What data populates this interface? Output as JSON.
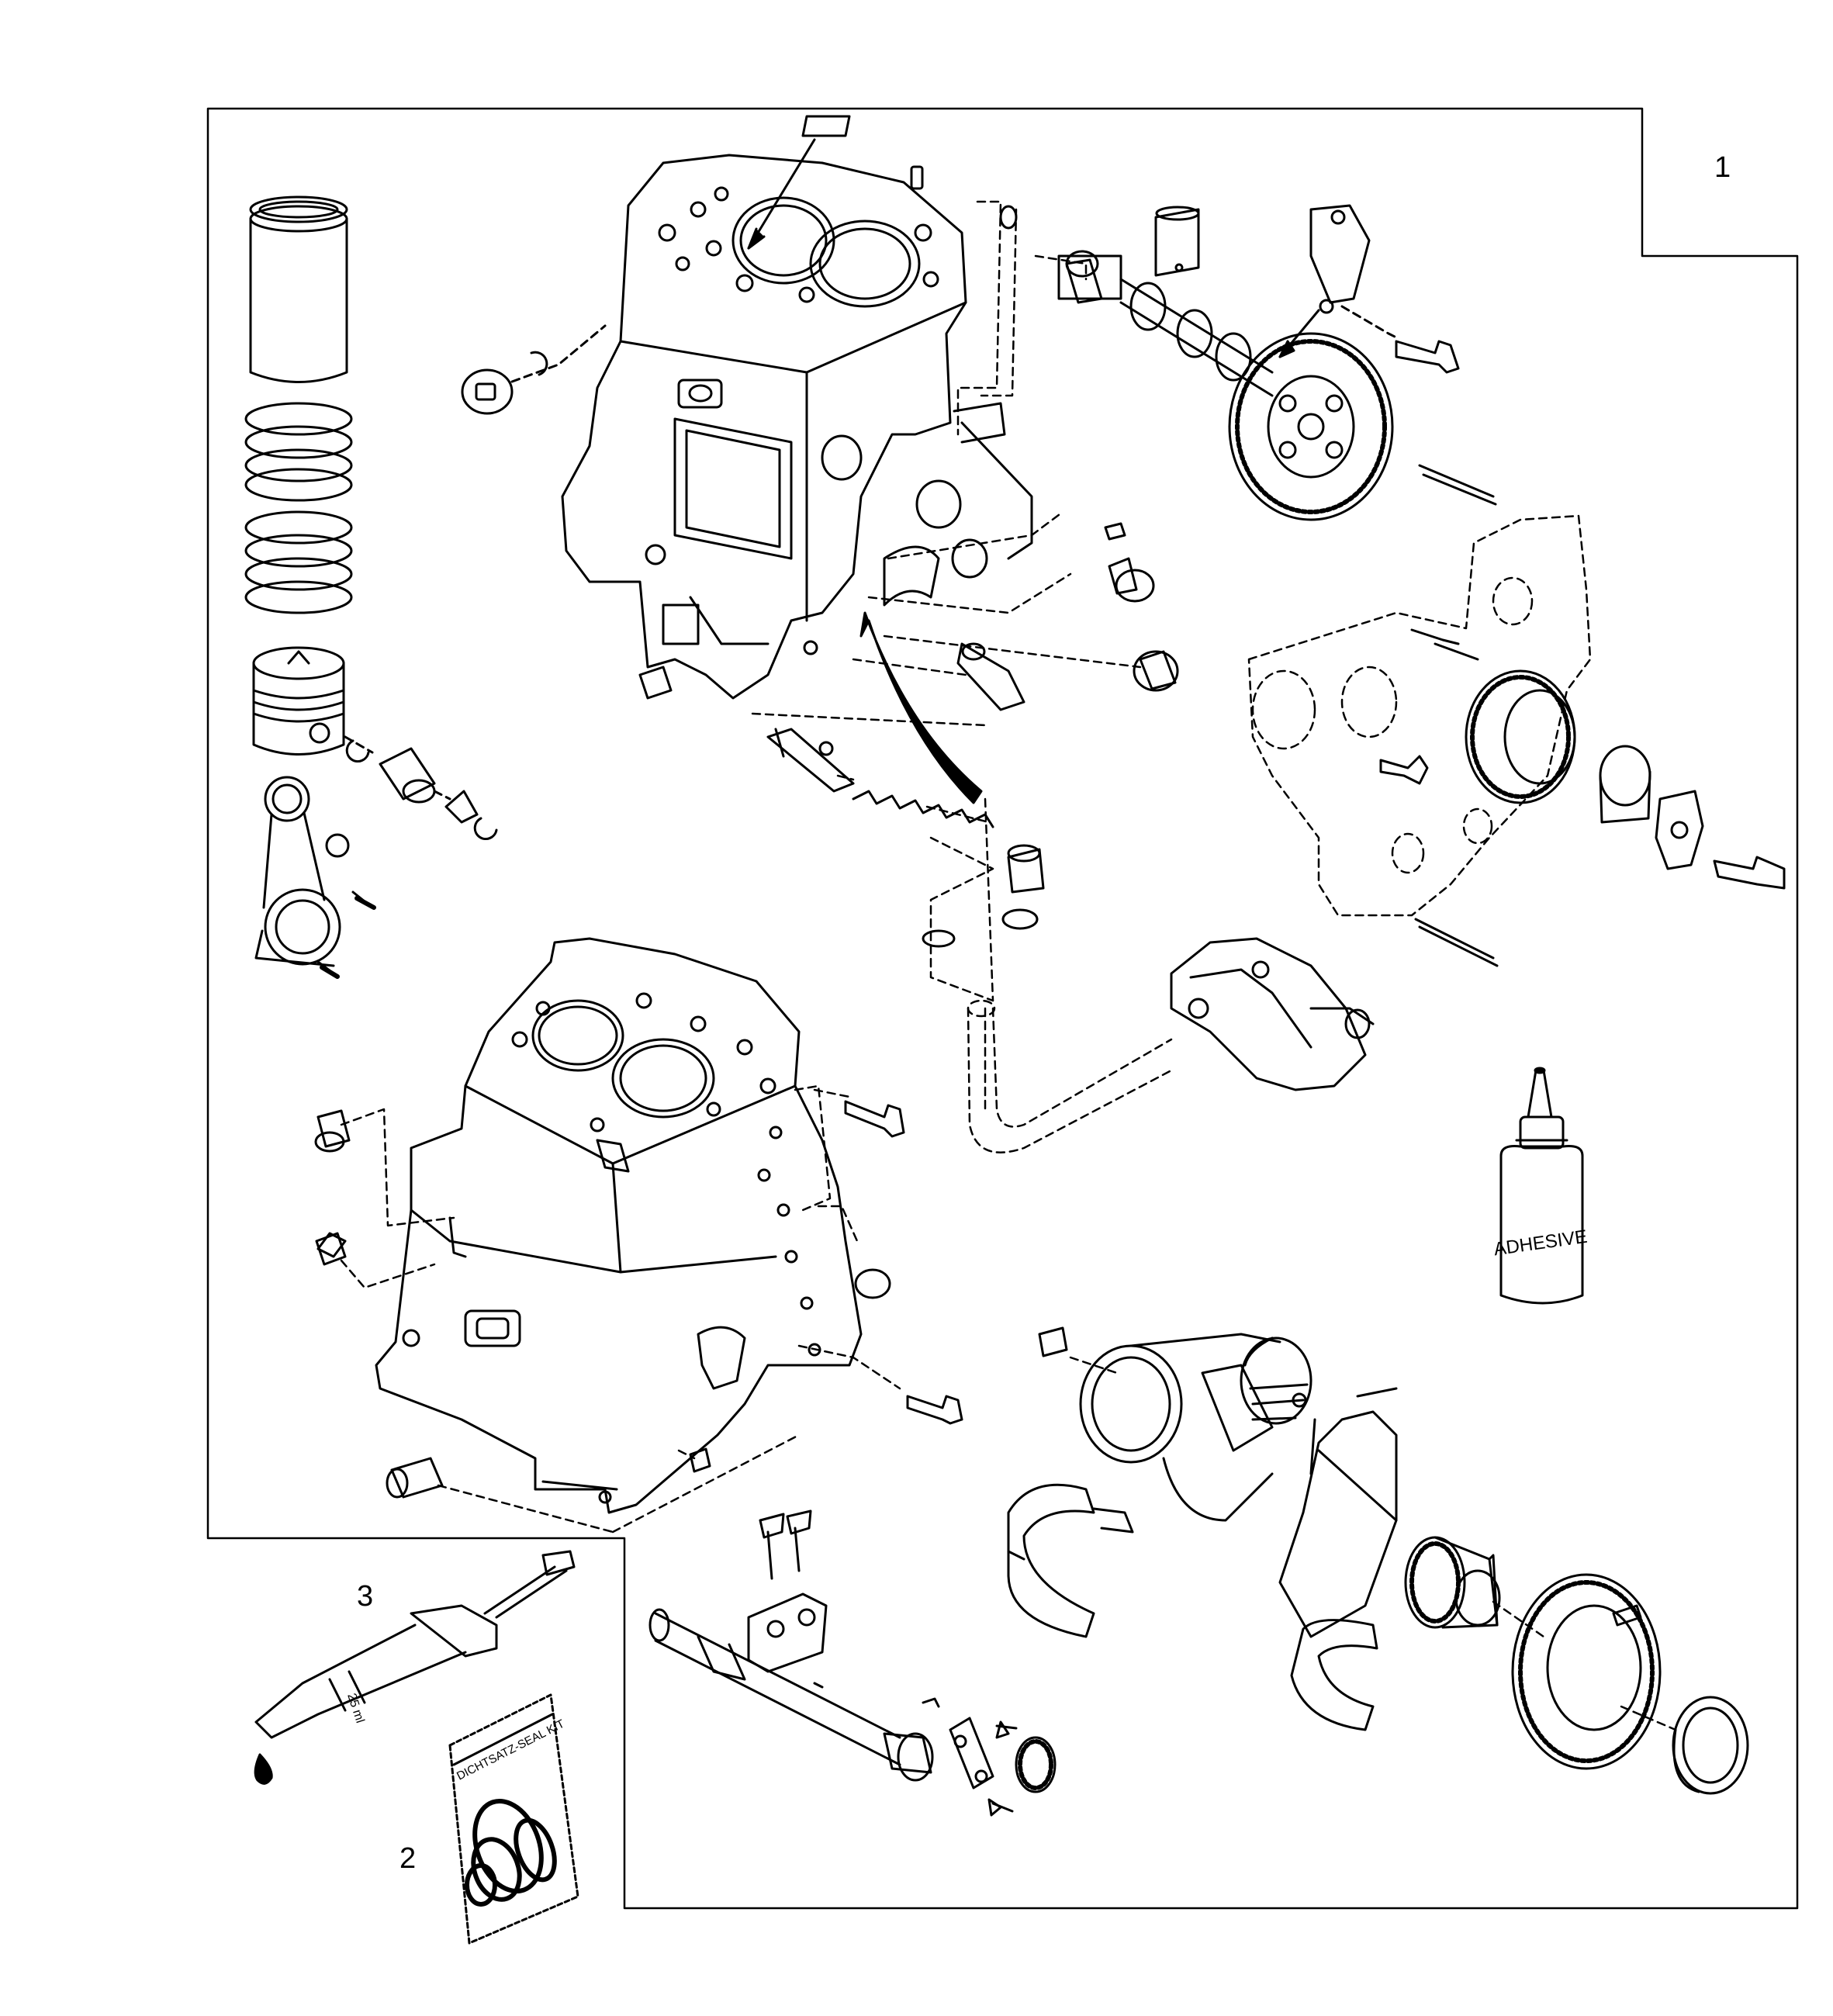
{
  "diagram": {
    "callouts": {
      "c1": "1",
      "c2": "2",
      "c3": "3"
    },
    "bottle_label": "ADHESIVE",
    "seal_kit_label": "DICHTSATZ-SEAL KIT",
    "syringe_mark": "25 ml"
  },
  "colors": {
    "line": "#000000",
    "background": "#ffffff"
  },
  "icons": [
    "cylinder-liner",
    "piston-ring",
    "piston",
    "connecting-rod",
    "engine-block",
    "camshaft",
    "gear",
    "timing-cover",
    "oil-pump",
    "adhesive-bottle",
    "crankshaft",
    "bearing-shell",
    "syringe",
    "seal-kit-bag",
    "oil-drop"
  ]
}
